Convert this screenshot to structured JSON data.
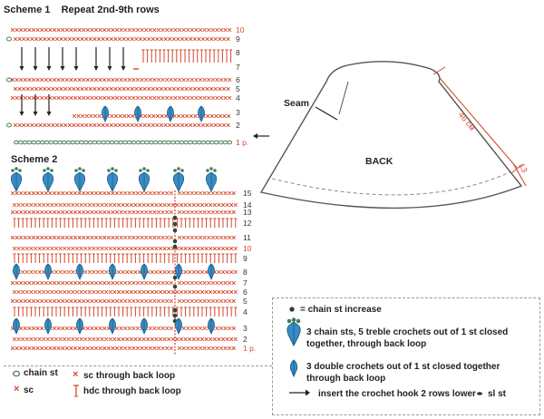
{
  "scheme1": {
    "title": "Scheme 1",
    "subtitle": "Repeat 2nd-9th rows",
    "row_numbers": [
      "10",
      "9",
      "8",
      "7",
      "6",
      "5",
      "4",
      "3",
      "2",
      "1 p."
    ]
  },
  "scheme2": {
    "title": "Scheme 2",
    "row_numbers": [
      "15",
      "14",
      "13",
      "12",
      "11",
      "10",
      "9",
      "8",
      "7",
      "6",
      "5",
      "4",
      "3",
      "2",
      "1 p."
    ]
  },
  "garment": {
    "seam_label": "Seam",
    "back_label": "BACK",
    "dim_length": "46 см",
    "dim_width": "13"
  },
  "legend": {
    "chain_increase": "= chain st increase",
    "five_treble": "3 chain sts, 5 treble crochets out of 1 st closed together, through back loop",
    "three_double": "3 double crochets out of 1 st closed together through back loop",
    "hook_lower": "insert the crochet hook 2 rows lower",
    "sl_st": "sl st",
    "chain_st": "chain st",
    "sc": "sc",
    "sc_back": "sc through back loop",
    "hdc_back": "hdc through back loop"
  },
  "colors": {
    "red": "#d44a2e",
    "green": "#4a7a5a",
    "blue": "#3a8cc4",
    "dark": "#222222"
  }
}
